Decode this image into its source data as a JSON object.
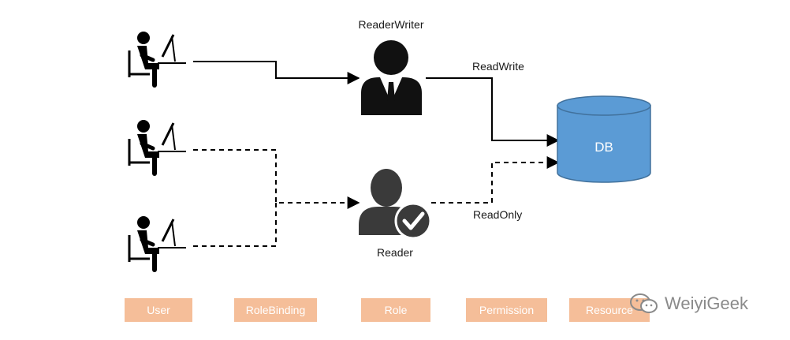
{
  "roles": {
    "reader_writer_label": "ReaderWriter",
    "reader_label": "Reader"
  },
  "permissions": {
    "read_write_label": "ReadWrite",
    "read_only_label": "ReadOnly"
  },
  "resource": {
    "db_label": "DB"
  },
  "legend": {
    "user": "User",
    "rolebinding": "RoleBinding",
    "role": "Role",
    "permission": "Permission",
    "resource": "Resource"
  },
  "watermark": {
    "text": "WeiyiGeek"
  },
  "colors": {
    "legend_fill": "#f5be99",
    "db_fill": "#5b9bd5",
    "db_stroke": "#41719c",
    "icon": "#111111",
    "reader_icon": "#3a3a3a"
  }
}
